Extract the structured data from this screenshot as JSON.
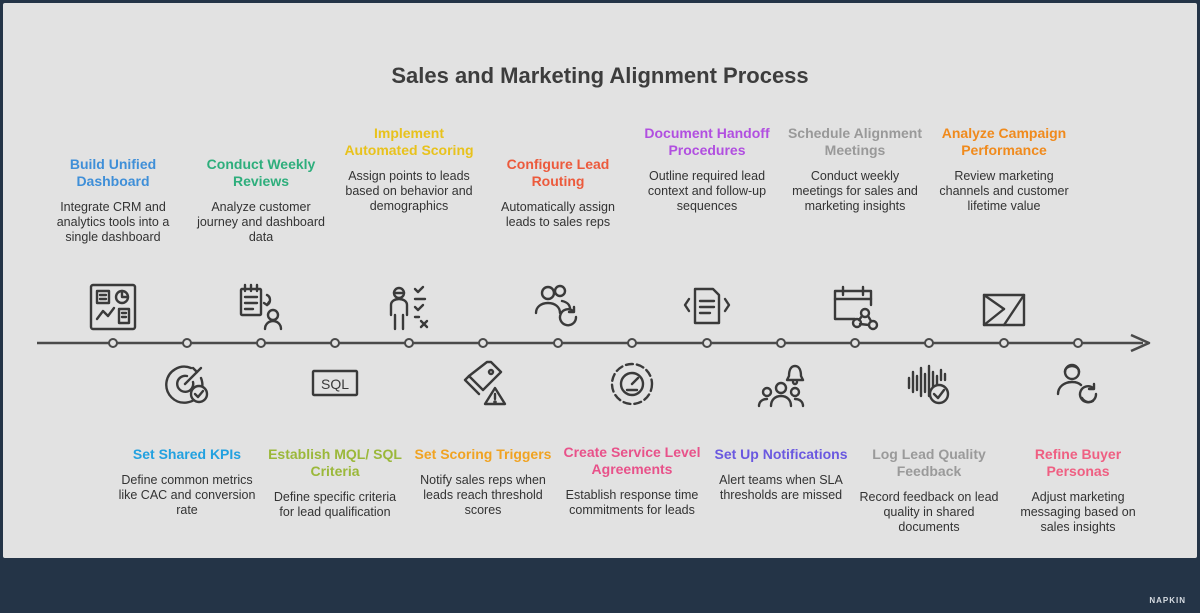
{
  "title": "Sales and Marketing Alignment Process",
  "footer": {
    "logo_text": "NAPKIN"
  },
  "steps": {
    "s1": {
      "heading": "Build Unified Dashboard",
      "desc": "Integrate CRM and analytics tools into a single dashboard",
      "color": "#3f8fd8",
      "icon": "dashboard-icon"
    },
    "s2": {
      "heading": "Set Shared KPIs",
      "desc": "Define common metrics like CAC and conversion rate",
      "color": "#22a1e0",
      "icon": "target-check-icon"
    },
    "s3": {
      "heading": "Conduct Weekly Reviews",
      "desc": "Analyze customer journey and dashboard data",
      "color": "#2eae7c",
      "icon": "review-checklist-icon"
    },
    "s4": {
      "heading": "Establish MQL/ SQL Criteria",
      "desc": "Define specific criteria for lead qualification",
      "color": "#9bb83a",
      "icon": "sql-icon"
    },
    "s5": {
      "heading": "Implement Automated Scoring",
      "desc": "Assign points to leads based on behavior and demographics",
      "color": "#e8c21c",
      "icon": "person-checklist-icon"
    },
    "s6": {
      "heading": "Set Scoring Triggers",
      "desc": "Notify sales reps when leads reach threshold scores",
      "color": "#f0a322",
      "icon": "tag-alert-icon"
    },
    "s7": {
      "heading": "Configure Lead Routing",
      "desc": "Automatically assign leads to sales reps",
      "color": "#ec5a3c",
      "icon": "users-refresh-icon"
    },
    "s8": {
      "heading": "Create Service Level Agreements",
      "desc": "Establish response time commitments for leads",
      "color": "#e8528a",
      "icon": "gauge-icon"
    },
    "s9": {
      "heading": "Document Handoff Procedures",
      "desc": "Outline required lead context and follow-up sequences",
      "color": "#b14fe0",
      "icon": "document-arrows-icon"
    },
    "s10": {
      "heading": "Set Up Notifications",
      "desc": "Alert teams when SLA thresholds are missed",
      "color": "#6a58e0",
      "icon": "team-bell-icon"
    },
    "s11": {
      "heading": "Schedule Alignment Meetings",
      "desc": "Conduct weekly meetings for sales and marketing insights",
      "color": "#999999",
      "icon": "calendar-share-icon"
    },
    "s12": {
      "heading": "Log Lead Quality Feedback",
      "desc": "Record feedback on lead quality in shared documents",
      "color": "#9a9a9a",
      "icon": "soundwave-check-icon"
    },
    "s13": {
      "heading": "Analyze Campaign Performance",
      "desc": "Review marketing channels and customer lifetime value",
      "color": "#f08a1c",
      "icon": "chart-triangle-icon"
    },
    "s14": {
      "heading": "Refine Buyer Personas",
      "desc": "Adjust marketing messaging based on sales insights",
      "color": "#ef5f82",
      "icon": "persona-refresh-icon"
    }
  }
}
